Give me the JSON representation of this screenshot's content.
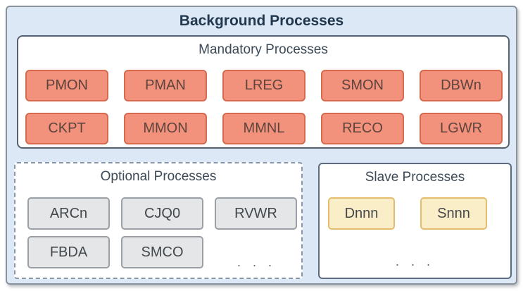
{
  "title": "Background Processes",
  "mandatory": {
    "title": "Mandatory Processes",
    "row1": [
      "PMON",
      "PMAN",
      "LREG",
      "SMON",
      "DBWn"
    ],
    "row2": [
      "CKPT",
      "MMON",
      "MMNL",
      "RECO",
      "LGWR"
    ]
  },
  "optional": {
    "title": "Optional Processes",
    "row1": [
      "ARCn",
      "CJQ0",
      "RVWR"
    ],
    "row2": [
      "FBDA",
      "SMCO"
    ],
    "more": ". . ."
  },
  "slave": {
    "title": "Slave Processes",
    "row1": [
      "Dnnn",
      "Snnn"
    ],
    "more": ". . ."
  },
  "colors": {
    "container_bg": "#dce8f5",
    "container_border": "#8a939c",
    "panel_border": "#55616e",
    "dashed_border": "#8896a8",
    "slave_border": "#5c6b80",
    "mandatory_box_bg": "#f2917c",
    "mandatory_box_border": "#d6694e",
    "mandatory_box_text": "#5e443c",
    "optional_box_bg": "#e4e6e7",
    "optional_box_border": "#9aa0a5",
    "optional_box_text": "#43484d",
    "slave_box_bg": "#faeec9",
    "slave_box_border": "#e3bd6b",
    "slave_box_text": "#45484b",
    "title_text": "#21384f",
    "heading_text": "#3c4a57",
    "ellipsis_text": "#5f6468"
  }
}
